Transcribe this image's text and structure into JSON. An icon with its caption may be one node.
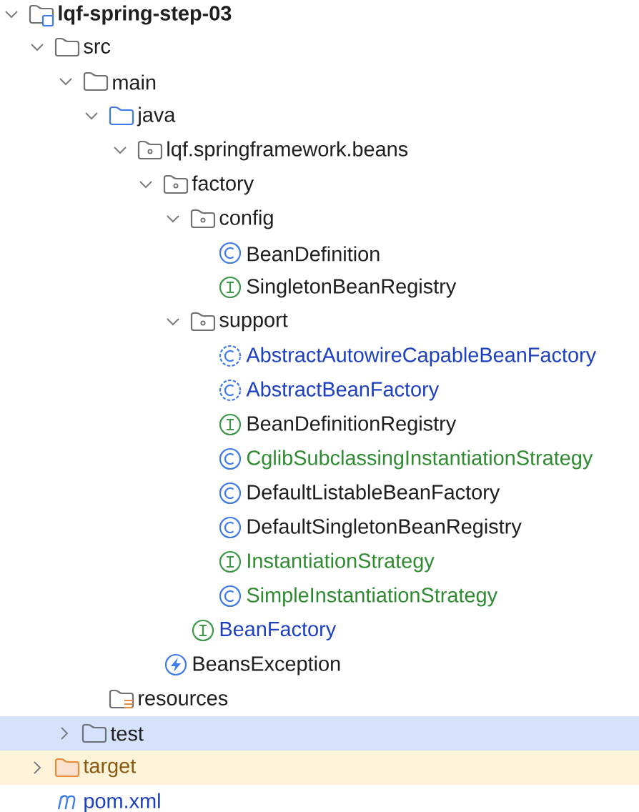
{
  "diagram": {
    "labels": [
      "lqf-spring-step-03",
      "src",
      "main",
      "java",
      "lqf.springframework.beans",
      "factory",
      "config",
      "BeanDefinition",
      "SingletonBeanRegistry",
      "support",
      "AbstractAutowireCapableBeanFactory",
      "AbstractBeanFactory",
      "BeanDefinitionRegistry",
      "CglibSubclassingInstantiationStrategy",
      "DefaultListableBeanFactory",
      "DefaultSingletonBeanRegistry",
      "InstantiationStrategy",
      "SimpleInstantiationStrategy",
      "BeanFactory",
      "BeansException",
      "resources",
      "test",
      "target",
      "pom.xml"
    ]
  }
}
